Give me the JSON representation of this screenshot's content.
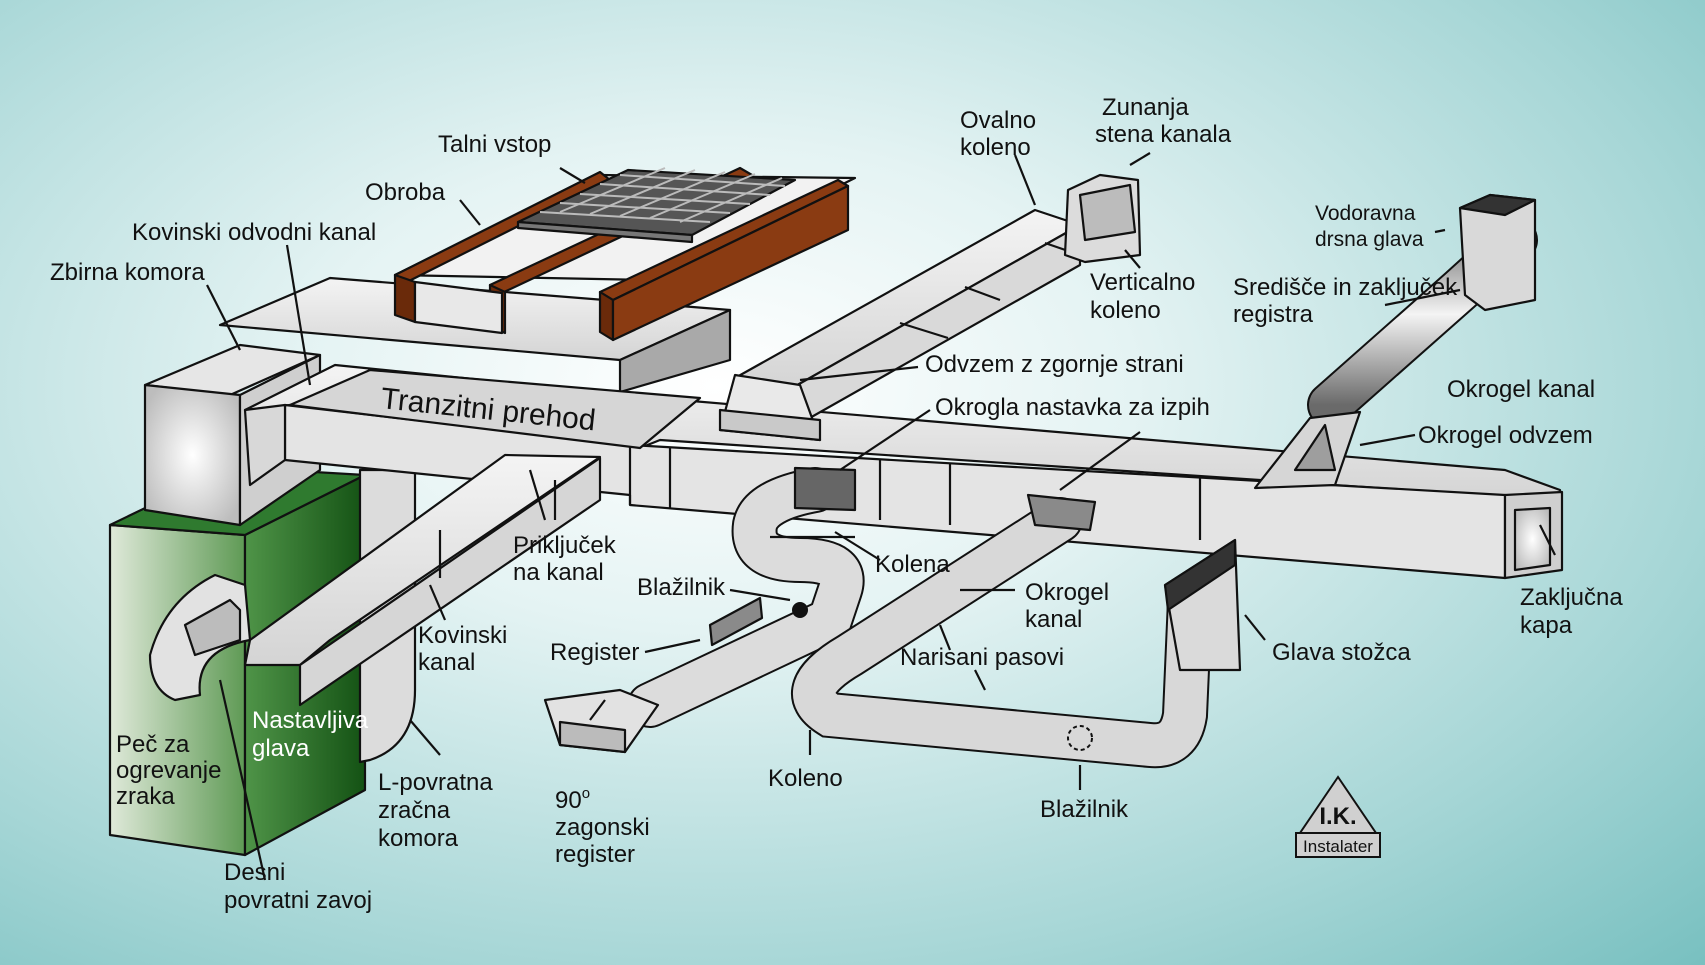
{
  "labels": {
    "talni_vstop": "Talni vstop",
    "obroba": "Obroba",
    "kovinski_odvodni_kanal": "Kovinski odvodni kanal",
    "zbirna_komora": "Zbirna komora",
    "tranzitni_prehod": "Tranzitni prehod",
    "prikljucek_line1": "Priključek",
    "prikljucek_line2": "na kanal",
    "kovinski_kanal_line1": "Kovinski",
    "kovinski_kanal_line2": "kanal",
    "nastavljiva_line1": "Nastavljiva",
    "nastavljiva_line2": "glava",
    "pec_line1": "Peč za",
    "pec_line2": "ogrevanje",
    "pec_line3": "zraka",
    "desni_line1": "Desni",
    "desni_line2": "povratni zavoj",
    "lpovratna_line1": "L-povratna",
    "lpovratna_line2": "zračna",
    "lpovratna_line3": "komora",
    "ovalno_line1": "Ovalno",
    "ovalno_line2": "koleno",
    "zunanja_line1": "Zunanja",
    "zunanja_line2": "stena kanala",
    "verticalno_line1": "Verticalno",
    "verticalno_line2": "koleno",
    "odvzem_zgornje": "Odvzem z zgornje strani",
    "okrogla_nastavka": "Okrogla nastavka za izpih",
    "vodoravna_line1": "Vodoravna",
    "vodoravna_line2": "drsna glava",
    "sredisce_line1": "Središče in zaključek",
    "sredisce_line2": "registra",
    "okrogel_kanal_top": "Okrogel  kanal",
    "okrogel_odvzem": "Okrogel odvzem",
    "zakljucna_line1": "Zaključna",
    "zakljucna_line2": "kapa",
    "glava_stozca": "Glava stožca",
    "kolena": "Kolena",
    "blazilnik_left": "Blažilnik",
    "register": "Register",
    "zagonski_90": "90",
    "zagonski_sup": "o",
    "zagonski_line2": "zagonski",
    "zagonski_line3": "register",
    "okrogel_kanal_mid_line1": "Okrogel",
    "okrogel_kanal_mid_line2": "kanal",
    "narisani_pasovi": "Narisani pasovi",
    "koleno": "Koleno",
    "blazilnik_bottom": "Blažilnik"
  },
  "logo": {
    "initials": "I.K.",
    "caption": "Instalater"
  },
  "colors": {
    "background_center": "#ffffff",
    "background_edge": "#78c0c0",
    "duct_light": "#efefef",
    "duct_mid": "#cfcfcf",
    "duct_dark": "#9c9c9c",
    "furnace_green": "#2f7a2f",
    "furnace_light": "#c7d8c0",
    "wood_brown": "#8a3b12",
    "grille_dark": "#555555"
  }
}
